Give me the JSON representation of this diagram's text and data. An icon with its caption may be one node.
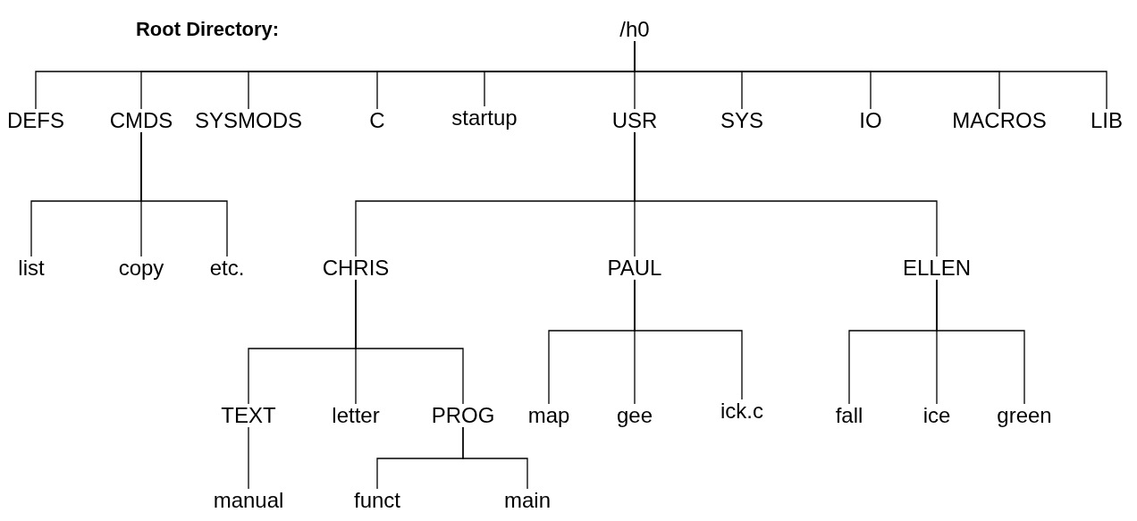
{
  "diagram": {
    "nodes": [
      {
        "text": [
          "/h0"
        ]
      },
      {
        "text": [
          "DEFS"
        ]
      },
      {
        "text": [
          "CMDS"
        ]
      },
      {
        "text": [
          "SYSMODS"
        ]
      },
      {
        "text": [
          "C"
        ]
      },
      {
        "text": [
          "startup"
        ]
      },
      {
        "text": [
          "USR"
        ]
      },
      {
        "text": [
          "SYS"
        ]
      },
      {
        "text": [
          "IO"
        ]
      },
      {
        "text": [
          "MACROS"
        ]
      },
      {
        "text": [
          "LIB"
        ]
      },
      {
        "text": [
          "list"
        ]
      },
      {
        "text": [
          "copy"
        ]
      },
      {
        "text": [
          "etc."
        ]
      },
      {
        "text": [
          "CHRIS"
        ]
      },
      {
        "text": [
          "PAUL"
        ]
      },
      {
        "text": [
          "ELLEN"
        ]
      },
      {
        "text": [
          "TEXT"
        ]
      },
      {
        "text": [
          "letter"
        ]
      },
      {
        "text": [
          "PROG"
        ]
      },
      {
        "text": [
          "map"
        ]
      },
      {
        "text": [
          "gee"
        ]
      },
      {
        "text": [
          "ick.c"
        ]
      },
      {
        "text": [
          "fall"
        ]
      },
      {
        "text": [
          "ice"
        ]
      },
      {
        "text": [
          "green"
        ]
      },
      {
        "text": [
          "manual"
        ]
      },
      {
        "text": [
          "funct"
        ]
      },
      {
        "text": [
          "main"
        ]
      }
    ],
    "edges": [
      {
        "from": 0,
        "to": 1,
        "arrow": "none"
      },
      {
        "from": 0,
        "to": 2,
        "arrow": "none"
      },
      {
        "from": 0,
        "to": 3,
        "arrow": "none"
      },
      {
        "from": 0,
        "to": 4,
        "arrow": "none"
      },
      {
        "from": 0,
        "to": 5,
        "arrow": "none"
      },
      {
        "from": 0,
        "to": 6,
        "arrow": "none"
      },
      {
        "from": 0,
        "to": 7,
        "arrow": "none"
      },
      {
        "from": 0,
        "to": 8,
        "arrow": "none"
      },
      {
        "from": 0,
        "to": 9,
        "arrow": "none"
      },
      {
        "from": 0,
        "to": 10,
        "arrow": "none"
      },
      {
        "from": 2,
        "to": 11,
        "arrow": "none"
      },
      {
        "from": 2,
        "to": 12,
        "arrow": "none"
      },
      {
        "from": 2,
        "to": 13,
        "arrow": "none"
      },
      {
        "from": 6,
        "to": 14,
        "arrow": "none"
      },
      {
        "from": 6,
        "to": 15,
        "arrow": "none"
      },
      {
        "from": 6,
        "to": 16,
        "arrow": "none"
      },
      {
        "from": 14,
        "to": 17,
        "arrow": "none"
      },
      {
        "from": 14,
        "to": 18,
        "arrow": "none"
      },
      {
        "from": 14,
        "to": 19,
        "arrow": "none"
      },
      {
        "from": 15,
        "to": 20,
        "arrow": "none"
      },
      {
        "from": 15,
        "to": 21,
        "arrow": "none"
      },
      {
        "from": 15,
        "to": 22,
        "arrow": "none"
      },
      {
        "from": 16,
        "to": 23,
        "arrow": "none"
      },
      {
        "from": 16,
        "to": 24,
        "arrow": "none"
      },
      {
        "from": 16,
        "to": 25,
        "arrow": "none"
      },
      {
        "from": 17,
        "to": 26,
        "arrow": "none"
      },
      {
        "from": 19,
        "to": 27,
        "arrow": "none"
      },
      {
        "from": 19,
        "to": 28,
        "arrow": "none"
      }
    ],
    "labels": [
      "Root Directory:"
    ]
  }
}
